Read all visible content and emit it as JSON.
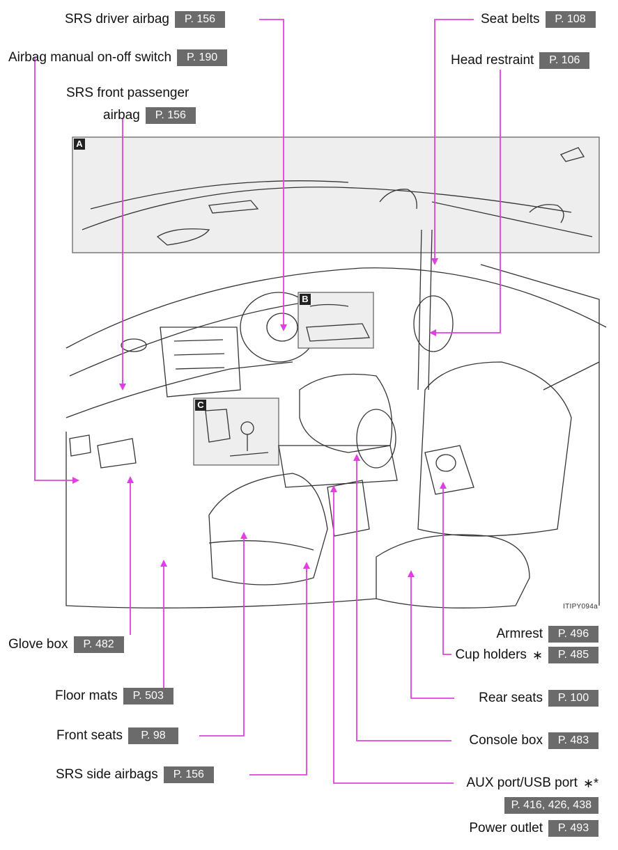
{
  "illustration_code": "ITIPY094a",
  "inset_letters": [
    "A",
    "B",
    "C"
  ],
  "accent_color": "#e040e0",
  "labels": {
    "srs_driver_airbag": {
      "text": "SRS driver airbag",
      "ref": "P. 156"
    },
    "airbag_switch": {
      "text": "Airbag manual on-off switch",
      "ref": "P. 190"
    },
    "srs_front_passenger_line1": {
      "text": "SRS front passenger"
    },
    "srs_front_passenger_line2": {
      "text": "airbag",
      "ref": "P. 156"
    },
    "seat_belts": {
      "text": "Seat belts",
      "ref": "P. 108"
    },
    "head_restraint": {
      "text": "Head restraint",
      "ref": "P. 106"
    },
    "glove_box": {
      "text": "Glove box",
      "ref": "P. 482"
    },
    "floor_mats": {
      "text": "Floor mats",
      "ref": "P. 503"
    },
    "front_seats": {
      "text": "Front seats",
      "ref": "P. 98"
    },
    "srs_side_airbags": {
      "text": "SRS side airbags",
      "ref": "P. 156"
    },
    "armrest": {
      "text": "Armrest",
      "ref": "P. 496"
    },
    "cup_holders": {
      "text": "Cup holders",
      "asterisk": "∗",
      "ref": "P. 485"
    },
    "rear_seats": {
      "text": "Rear seats",
      "ref": "P. 100"
    },
    "console_box": {
      "text": "Console box",
      "ref": "P. 483"
    },
    "aux_port": {
      "text": "AUX port/USB port",
      "asterisk": "∗*",
      "ref": "P. 416, 426, 438"
    },
    "power_outlet": {
      "text": "Power outlet",
      "ref": "P. 493"
    }
  }
}
